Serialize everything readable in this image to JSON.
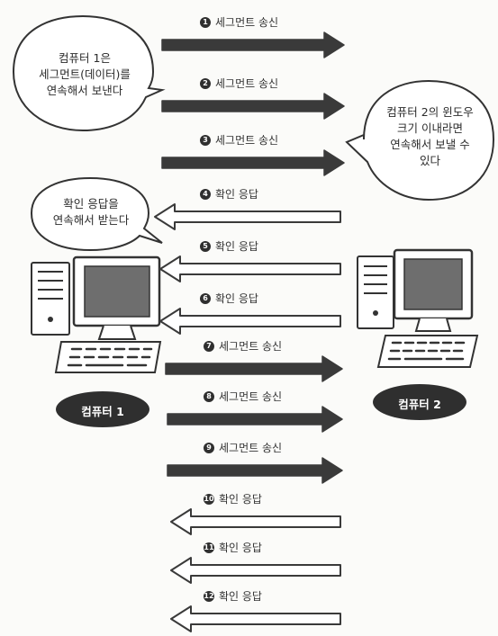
{
  "bubbles": {
    "computer1_sends": [
      "컴퓨터 1은",
      "세그먼트(데이터)를",
      "연속해서 보낸다"
    ],
    "computer2_window": [
      "컴퓨터 2의 윈도우",
      "크기 이내라면",
      "연속해서 보낼 수",
      "있다"
    ],
    "computer1_receives": [
      "확인 응답을",
      "연속해서 받는다"
    ]
  },
  "computers": {
    "left_label": "컴퓨터 1",
    "right_label": "컴퓨터 2"
  },
  "steps": [
    {
      "num": "1",
      "label": "세그먼트 송신",
      "direction": "right"
    },
    {
      "num": "2",
      "label": "세그먼트 송신",
      "direction": "right"
    },
    {
      "num": "3",
      "label": "세그먼트 송신",
      "direction": "right"
    },
    {
      "num": "4",
      "label": "확인 응답",
      "direction": "left"
    },
    {
      "num": "5",
      "label": "확인 응답",
      "direction": "left"
    },
    {
      "num": "6",
      "label": "확인 응답",
      "direction": "left"
    },
    {
      "num": "7",
      "label": "세그먼트 송신",
      "direction": "right"
    },
    {
      "num": "8",
      "label": "세그먼트 송신",
      "direction": "right"
    },
    {
      "num": "9",
      "label": "세그먼트 송신",
      "direction": "right"
    },
    {
      "num": "10",
      "label": "확인 응답",
      "direction": "left"
    },
    {
      "num": "11",
      "label": "확인 응답",
      "direction": "left"
    },
    {
      "num": "12",
      "label": "확인 응답",
      "direction": "left"
    }
  ],
  "colors": {
    "send_arrow": "#3a3a3a",
    "ack_arrow_outline": "#3a3a3a",
    "ack_arrow_fill": "#ffffff",
    "screen": "#6e6e6e",
    "label_blob": "#2f2f2f"
  }
}
